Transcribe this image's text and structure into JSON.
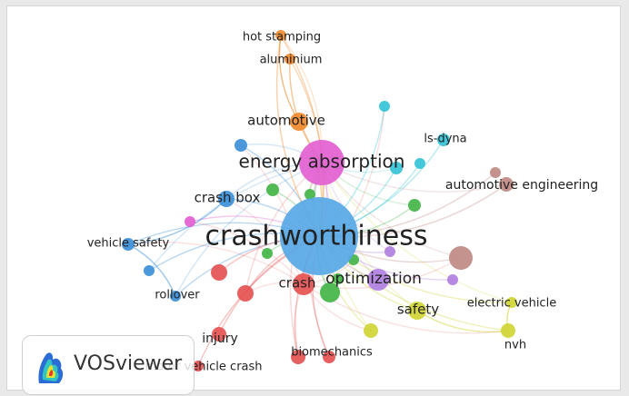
{
  "app": {
    "name": "VOSviewer"
  },
  "colors": {
    "red": "#e55353",
    "green": "#43b548",
    "blue": "#3c8fd8",
    "yellow": "#cfd534",
    "purple": "#b07fe0",
    "cyan": "#35c3d6",
    "orange": "#f08a2c",
    "brown": "#c08a84",
    "pink": "#e25fd0",
    "sky": "#58a8e6"
  },
  "nodes": [
    {
      "id": "crashworthiness",
      "label": "crashworthiness",
      "color": "sky",
      "weight": 10
    },
    {
      "id": "energy-absorption",
      "label": "energy absorption",
      "color": "pink",
      "weight": 6
    },
    {
      "id": "optimization",
      "label": "optimization",
      "color": "purple",
      "weight": 4
    },
    {
      "id": "crash",
      "label": "crash",
      "color": "red",
      "weight": 3
    },
    {
      "id": "safety",
      "label": "safety",
      "color": "yellow",
      "weight": 3
    },
    {
      "id": "automotive",
      "label": "automotive",
      "color": "orange",
      "weight": 3
    },
    {
      "id": "crash-box",
      "label": "crash box",
      "color": "blue",
      "weight": 3
    },
    {
      "id": "ls-dyna",
      "label": "ls-dyna",
      "color": "cyan",
      "weight": 2
    },
    {
      "id": "automotive-engineering",
      "label": "automotive engineering",
      "color": "brown",
      "weight": 2
    },
    {
      "id": "vehicle-safety",
      "label": "vehicle safety",
      "color": "blue",
      "weight": 2
    },
    {
      "id": "rollover",
      "label": "rollover",
      "color": "blue",
      "weight": 2
    },
    {
      "id": "injury",
      "label": "injury",
      "color": "red",
      "weight": 2
    },
    {
      "id": "biomechanics",
      "label": "biomechanics",
      "color": "red",
      "weight": 2
    },
    {
      "id": "motor-vehicle-crash",
      "label": "motor vehicle crash",
      "color": "red",
      "weight": 2
    },
    {
      "id": "electric-vehicle",
      "label": "electric vehicle",
      "color": "yellow",
      "weight": 2
    },
    {
      "id": "nvh",
      "label": "nvh",
      "color": "yellow",
      "weight": 2
    },
    {
      "id": "hot-stamping",
      "label": "hot stamping",
      "color": "orange",
      "weight": 2
    },
    {
      "id": "aluminium",
      "label": "aluminium",
      "color": "orange",
      "weight": 2
    }
  ]
}
